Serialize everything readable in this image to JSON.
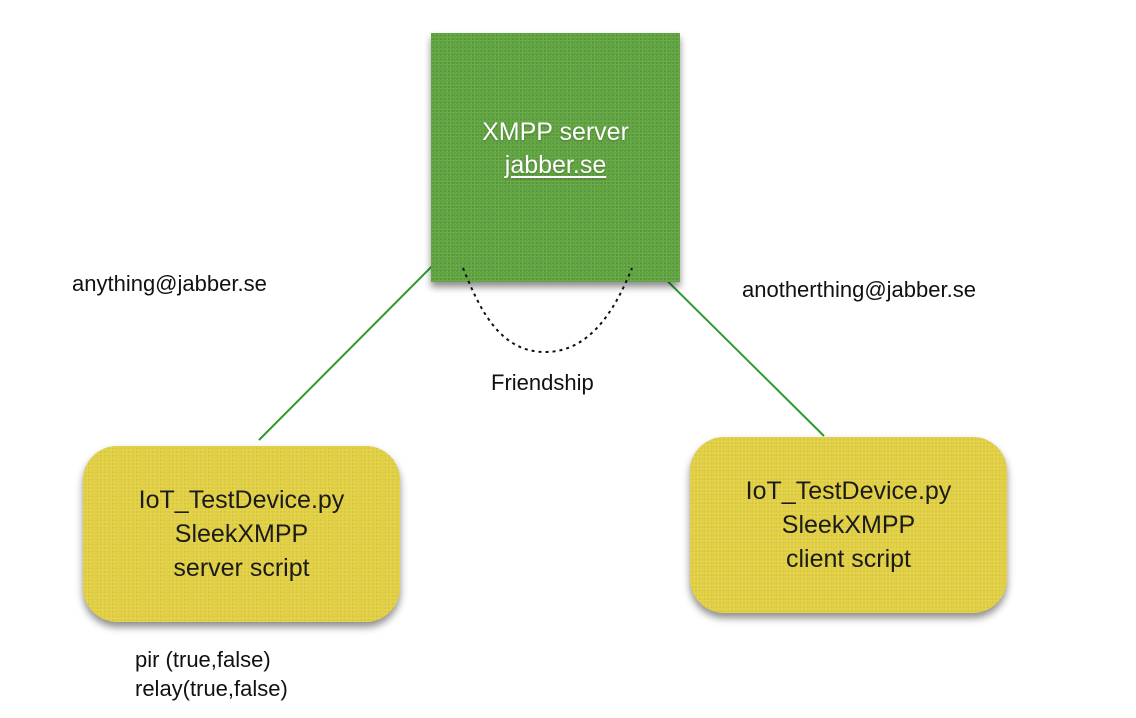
{
  "server": {
    "title": "XMPP server",
    "host": "jabber.se",
    "color": "#5fa33e"
  },
  "devices": [
    {
      "id": "left",
      "lines": [
        "IoT_TestDevice.py",
        "SleekXMPP",
        "server script"
      ],
      "jid": "anything@jabber.se",
      "properties": [
        "pir (true,false)",
        "relay(true,false)"
      ],
      "color": "#e1cf40"
    },
    {
      "id": "right",
      "lines": [
        "IoT_TestDevice.py",
        "SleekXMPP",
        "client script"
      ],
      "jid": "anotherthing@jabber.se",
      "color": "#e1cf40"
    }
  ],
  "relationship": {
    "label": "Friendship",
    "style": "dotted"
  },
  "connections": [
    {
      "from": "device-left",
      "to": "server",
      "color": "#2e9a2e"
    },
    {
      "from": "device-right",
      "to": "server",
      "color": "#2e9a2e"
    }
  ]
}
